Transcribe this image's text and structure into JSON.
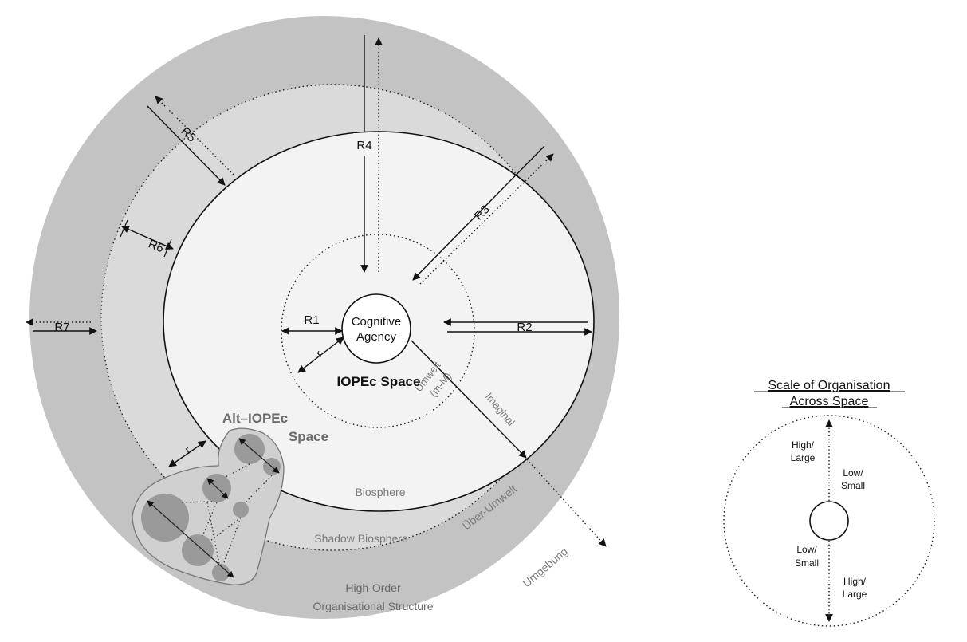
{
  "diagram": {
    "center": {
      "label_line1": "Cognitive",
      "label_line2": "Agency"
    },
    "space_title": "IOPEc Space",
    "umwelt_line1": "Umwelt",
    "umwelt_line2": "(m-M)",
    "imaginal": "Imaginal",
    "biosphere": "Biosphere",
    "shadow_biosphere": "Shadow Biosphere",
    "uber_umwelt": "Über-Umwelt",
    "umgebung": "Umgebung",
    "high_order_line1": "High-Order",
    "high_order_line2": "Organisational Structure",
    "alt_space_line1": "Alt–IOPEc",
    "alt_space_line2": "Space",
    "radii": {
      "r1": "R1",
      "r2": "R2",
      "r3": "R3",
      "r4": "R4",
      "r5": "R5",
      "r6": "R6",
      "r7": "R7",
      "r_small": "r",
      "r_alt": "r"
    }
  },
  "scale": {
    "title_line1": "Scale of Organisation",
    "title_line2": "Across Space",
    "high_large_top_1": "High/",
    "high_large_top_2": "Large",
    "low_small_top_1": "Low/",
    "low_small_top_2": "Small",
    "low_small_bottom_1": "Low/",
    "low_small_bottom_2": "Small",
    "high_large_bottom_1": "High/",
    "high_large_bottom_2": "Large"
  },
  "colors": {
    "outer_ring": "#c3c3c3",
    "middle_ring": "#dadada",
    "inner_space": "#f3f3f3",
    "alt_blob": "#d0d0d0",
    "alt_circles": "#9a9a9a"
  }
}
